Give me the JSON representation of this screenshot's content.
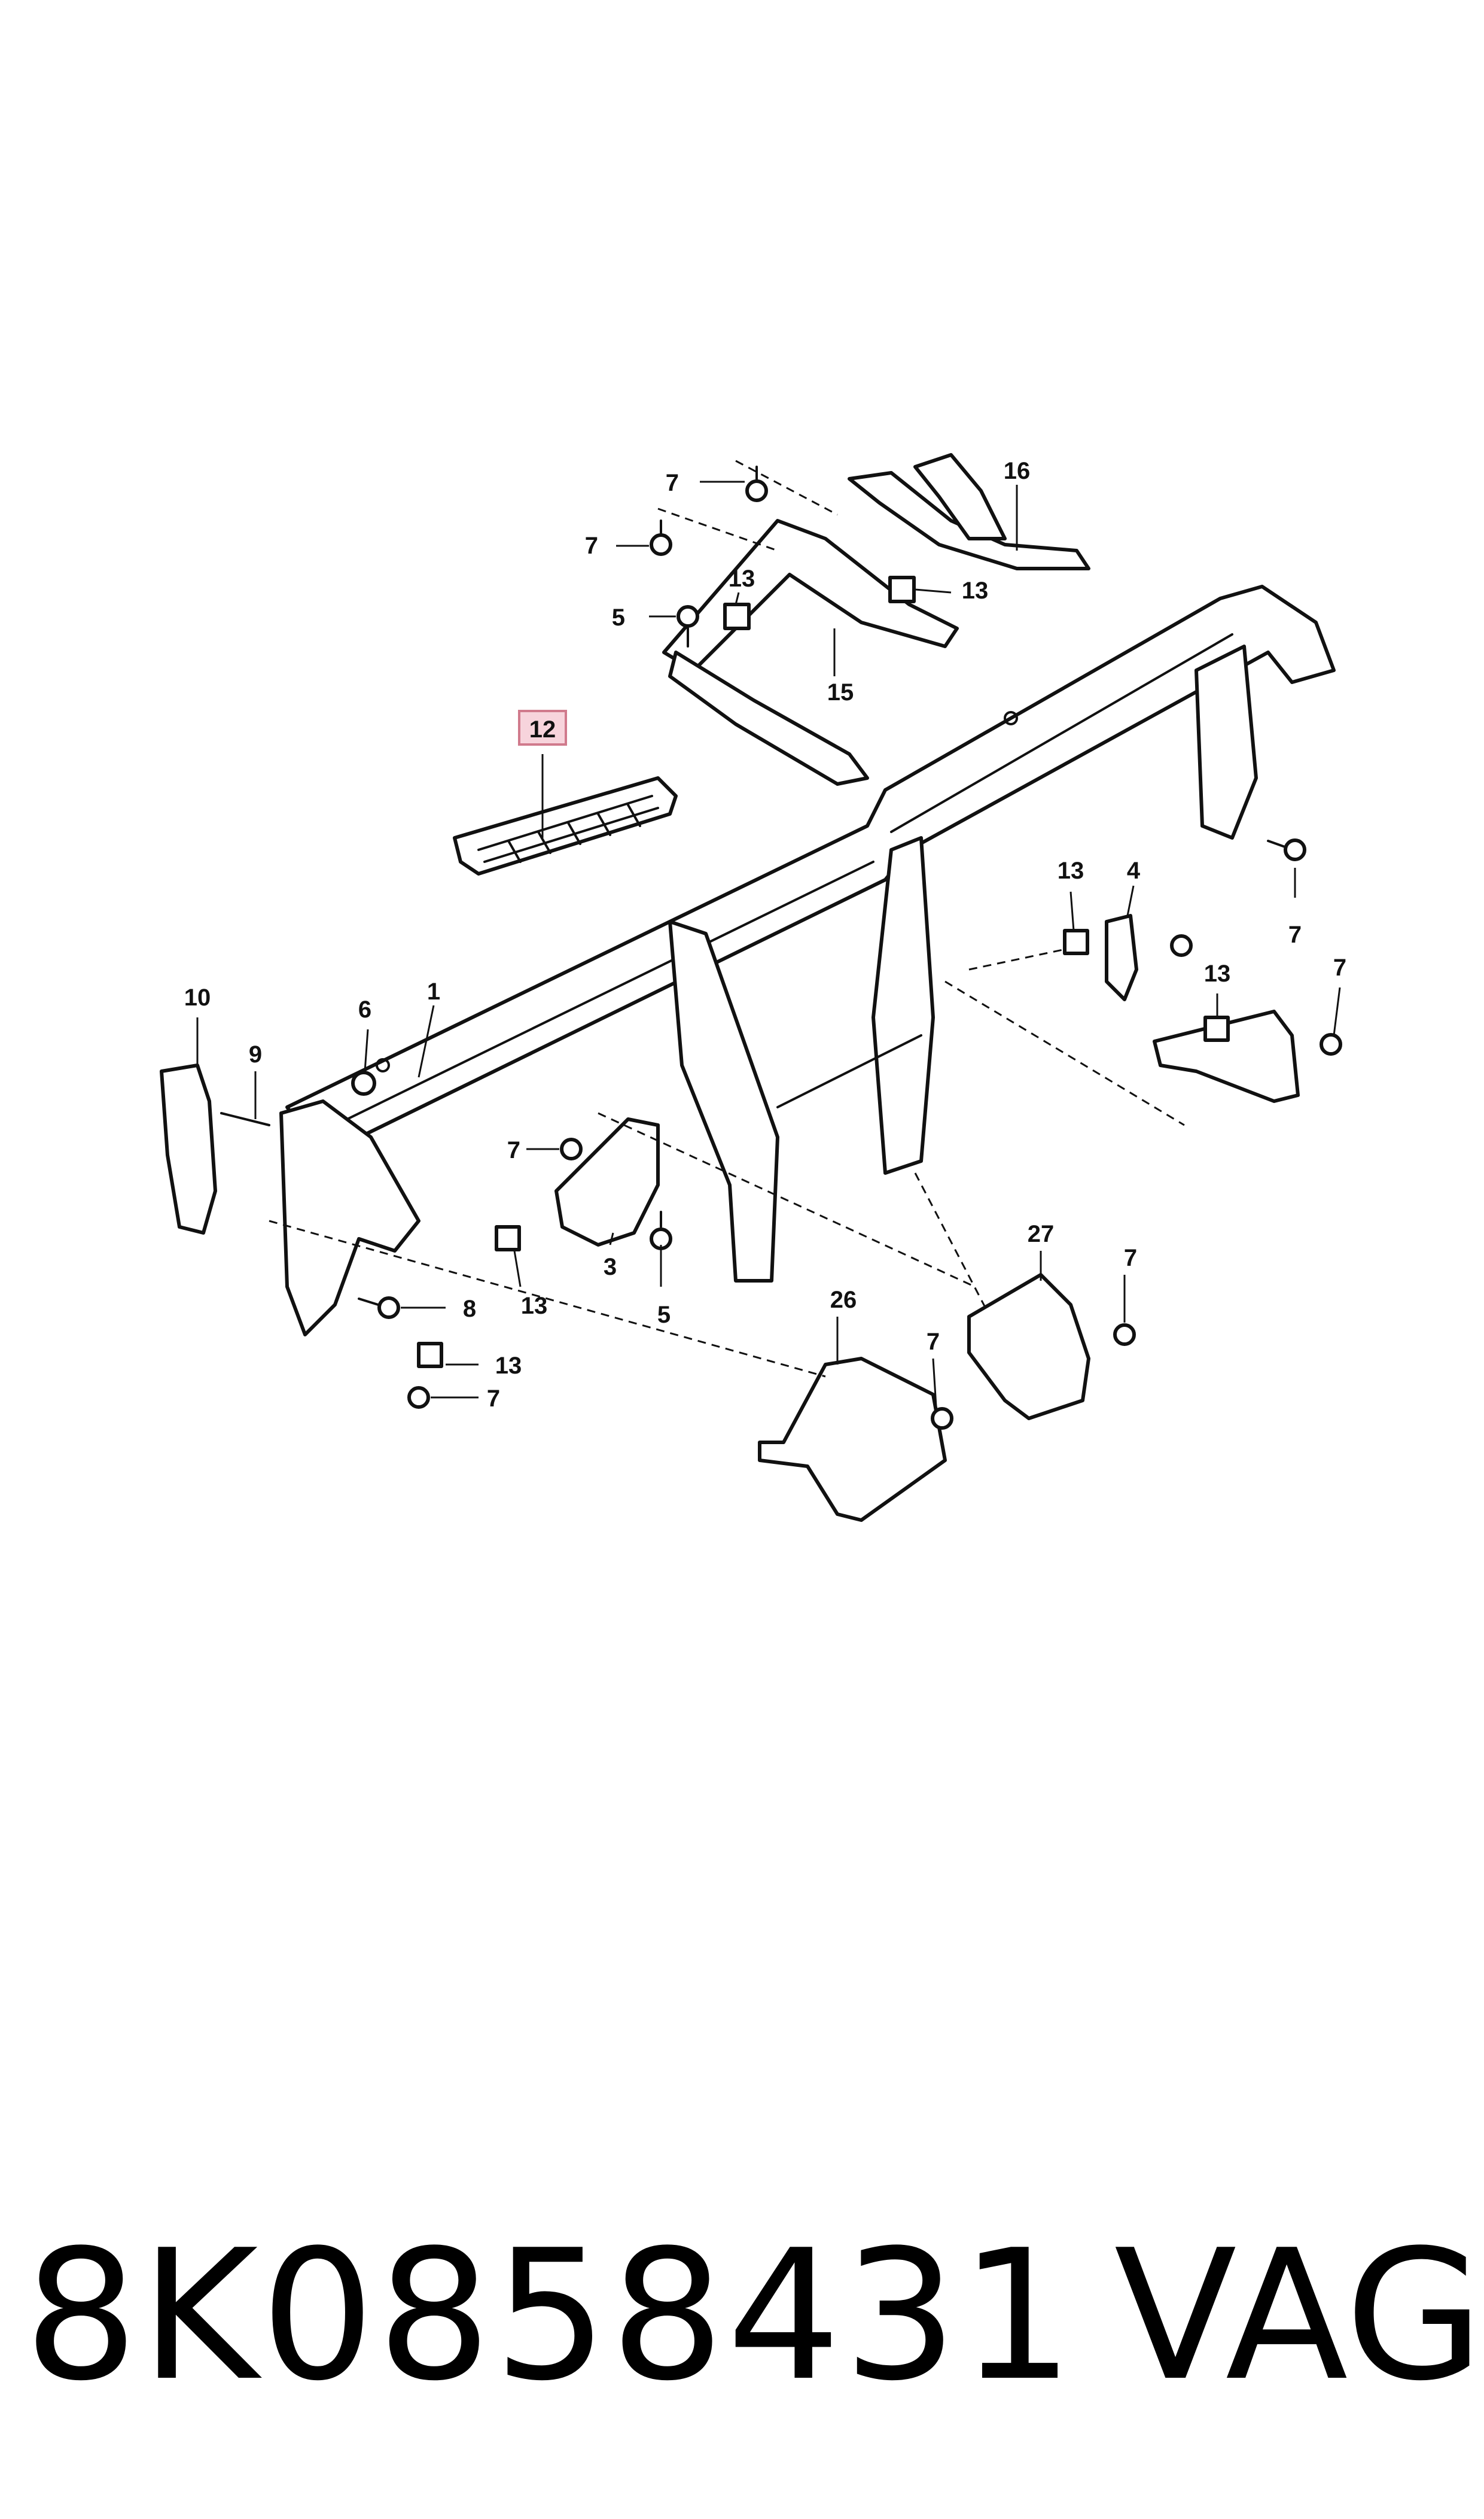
{
  "labels": {
    "l1": "1",
    "l3": "3",
    "l4": "4",
    "l5a": "5",
    "l5b": "5",
    "l6": "6",
    "l7a": "7",
    "l7b": "7",
    "l7c": "7",
    "l7d": "7",
    "l7e": "7",
    "l7f": "7",
    "l7g": "7",
    "l7h": "7",
    "l8": "8",
    "l9": "9",
    "l10": "10",
    "l12": "12",
    "l13a": "13",
    "l13b": "13",
    "l13c": "13",
    "l13d": "13",
    "l13e": "13",
    "l13f": "13",
    "l15": "15",
    "l16": "16",
    "l26": "26",
    "l27": "27"
  },
  "footer": {
    "part_number": "8K0858431",
    "brand": "VAG"
  },
  "colors": {
    "highlight": "#f7d4dc",
    "line": "#111111"
  }
}
